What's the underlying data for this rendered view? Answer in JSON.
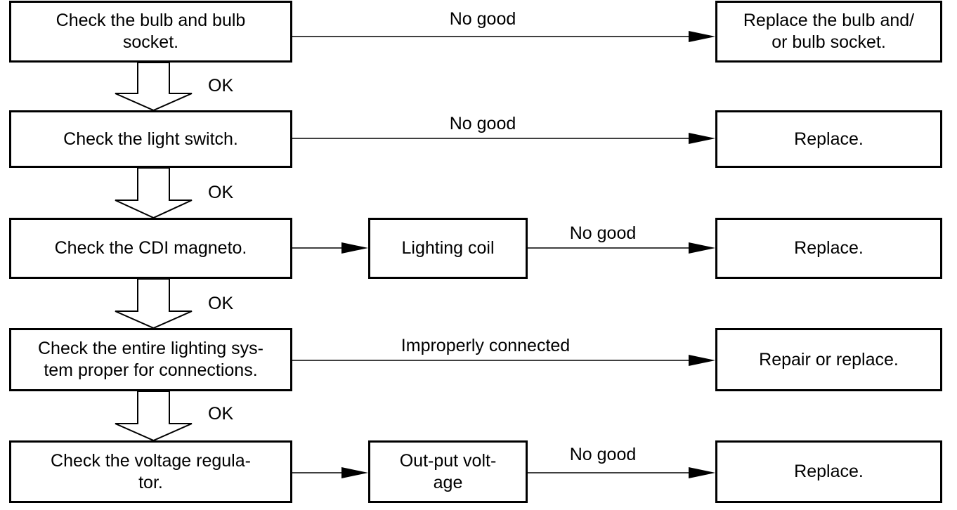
{
  "steps": [
    {
      "check": "Check the bulb and bulb\nsocket.",
      "arrow_label": "No good",
      "result": "Replace the bulb and/\nor bulb socket.",
      "ok_label": "OK"
    },
    {
      "check": "Check the light switch.",
      "arrow_label": "No good",
      "result": "Replace.",
      "ok_label": "OK"
    },
    {
      "check": "Check the CDI magneto.",
      "intermediate": "Lighting coil",
      "arrow_label": "No good",
      "result": "Replace.",
      "ok_label": "OK"
    },
    {
      "check": "Check the entire lighting sys-\ntem proper for connections.",
      "arrow_label": "Improperly connected",
      "result": "Repair or replace.",
      "ok_label": "OK"
    },
    {
      "check": "Check the voltage regula-\ntor.",
      "intermediate": "Out-put volt-\nage",
      "arrow_label": "No good",
      "result": "Replace."
    }
  ],
  "colors": {
    "stroke": "#000000",
    "background": "#ffffff"
  }
}
